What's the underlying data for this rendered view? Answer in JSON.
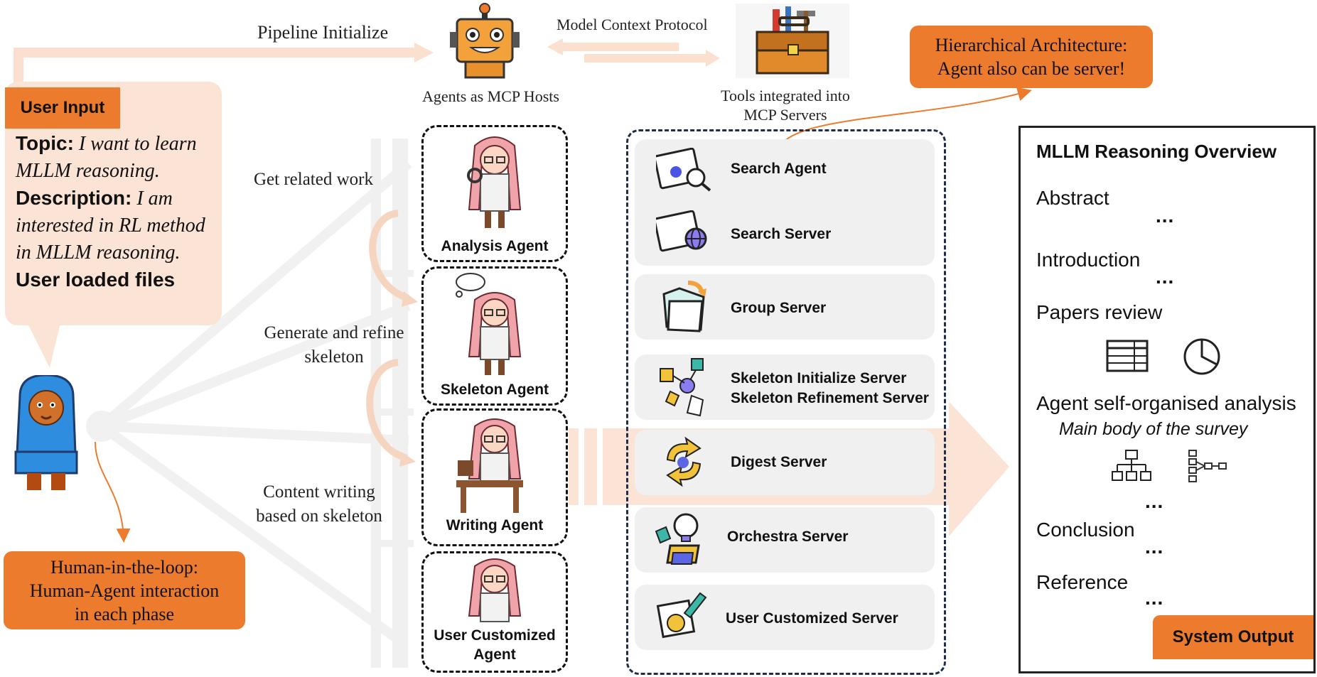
{
  "top": {
    "pipeline_label": "Pipeline Initialize",
    "protocol_label": "Model Context Protocol",
    "hosts_label": "Agents as MCP Hosts",
    "tools_label_line1": "Tools integrated into",
    "tools_label_line2": "MCP Servers"
  },
  "hierarchy_note": {
    "line1": "Hierarchical Architecture:",
    "line2": "Agent also can be server!"
  },
  "user_input": {
    "tab": "User Input",
    "topic_key": "Topic:",
    "topic_value": "I want to learn MLLM reasoning.",
    "description_key": "Description:",
    "description_value": "I am interested in RL method in MLLM reasoning.",
    "files_label": "User loaded files"
  },
  "human_loop": {
    "line1": "Human-in-the-loop:",
    "line2": "Human-Agent interaction",
    "line3": "in each phase"
  },
  "phases": {
    "related": "Get related work",
    "skeleton_line1": "Generate and refine",
    "skeleton_line2": "skeleton",
    "writing_line1": "Content writing",
    "writing_line2": "based on skeleton"
  },
  "agents": [
    {
      "name": "Analysis Agent"
    },
    {
      "name": "Skeleton Agent"
    },
    {
      "name": "Writing Agent"
    },
    {
      "name_line1": "User Customized",
      "name_line2": "Agent"
    }
  ],
  "servers": {
    "search_agent": "Search Agent",
    "search_server": "Search Server",
    "group_server": "Group Server",
    "skeleton_init": "Skeleton Initialize Server",
    "skeleton_refine": "Skeleton Refinement Server",
    "digest_server": "Digest Server",
    "orchestra_server": "Orchestra Server",
    "user_customized_server": "User Customized Server"
  },
  "output": {
    "title": "MLLM Reasoning Overview",
    "abstract": "Abstract",
    "introduction": "Introduction",
    "papers_review": "Papers review",
    "self_organised": "Agent self-organised analysis",
    "main_body": "Main body of the survey",
    "conclusion": "Conclusion",
    "reference": "Reference",
    "dots": "...",
    "system_output": "System Output"
  },
  "colors": {
    "accent_orange": "#ec7b2d",
    "light_peach": "#fbe3d6",
    "panel_navy": "#1f2d4d",
    "card_gray": "#f0f0f0"
  },
  "icons": [
    "robot-icon",
    "toolbox-icon",
    "user-avatar-icon",
    "agent-avatar-icon",
    "search-icon",
    "globe-icon",
    "folder-icon",
    "network-icon",
    "sync-icon",
    "lightbulb-icon",
    "paint-icon",
    "table-icon",
    "pie-chart-icon",
    "hierarchy-icon",
    "tree-icon"
  ]
}
